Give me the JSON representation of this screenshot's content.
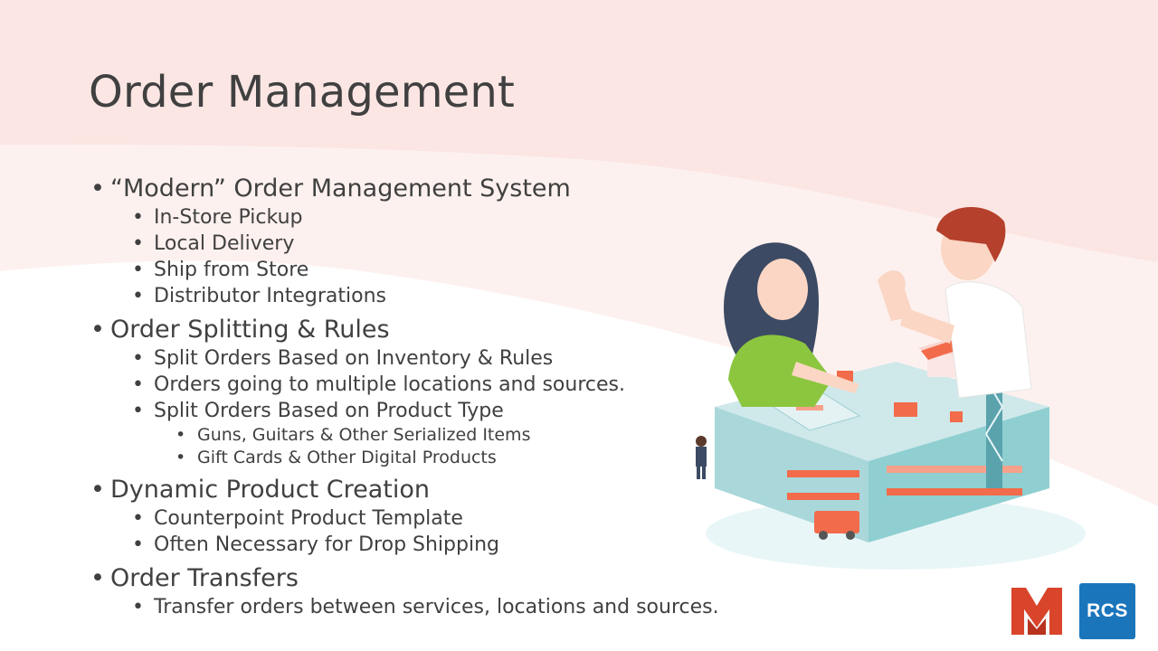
{
  "slide": {
    "title": "Order Management",
    "bullets": [
      {
        "text": "“Modern” Order Management System",
        "children": [
          {
            "text": "In-Store Pickup"
          },
          {
            "text": "Local Delivery"
          },
          {
            "text": "Ship from Store"
          },
          {
            "text": "Distributor Integrations"
          }
        ]
      },
      {
        "text": "Order Splitting & Rules",
        "children": [
          {
            "text": "Split Orders Based on Inventory & Rules"
          },
          {
            "text": "Orders going to multiple locations and sources."
          },
          {
            "text": "Split Orders Based on Product Type",
            "children": [
              {
                "text": "Guns, Guitars & Other Serialized Items"
              },
              {
                "text": "Gift Cards & Other Digital Products"
              }
            ]
          }
        ]
      },
      {
        "text": "Dynamic Product Creation",
        "children": [
          {
            "text": "Counterpoint Product Template"
          },
          {
            "text": "Often Necessary for Drop Shipping"
          }
        ]
      },
      {
        "text": "Order Transfers",
        "children": [
          {
            "text": "Transfer orders between services, locations and sources."
          }
        ]
      }
    ]
  },
  "logos": {
    "rcs_text": "RCS",
    "rcs_color": "#1a75bb",
    "m_logo_color": "#d9452b"
  },
  "theme": {
    "background_tint": "#fbe9e7",
    "text_color": "#404040",
    "accent_orange": "#f26b4a",
    "accent_teal": "#8fcfd1"
  }
}
